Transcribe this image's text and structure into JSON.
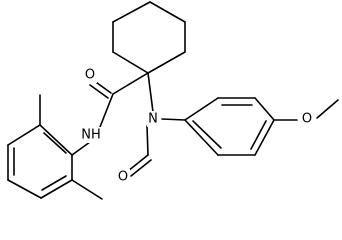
{
  "molecule": {
    "atom_labels": {
      "amide_oxygen": "O",
      "amide_nitrogen": "NH",
      "amine_nitrogen": "N",
      "formyl_oxygen": "O",
      "methoxy_oxygen": "O"
    },
    "colors": {
      "bond": "#000000",
      "label": "#000000",
      "background": "#ffffff"
    }
  }
}
